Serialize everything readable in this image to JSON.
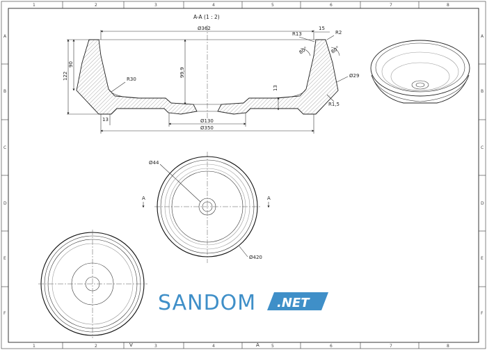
{
  "section": {
    "title": "A-A (1 : 2)",
    "dims": {
      "top_diameter": "Ø362",
      "r13": "R13",
      "d15": "15",
      "r2": "R2",
      "angle1": "80°",
      "angle2": "80°",
      "height_total": "122",
      "height_inner": "90",
      "depth": "99,9",
      "r30": "R30",
      "d29": "Ø29",
      "r15": "R1,5",
      "t13_right": "13",
      "t13_left": "13",
      "drain_d": "Ø130",
      "base_d": "Ø350"
    }
  },
  "plan": {
    "drain_label": "Ø44",
    "outer_label": "Ø420",
    "arrow_top": "A",
    "arrow_bottom": "A"
  },
  "zones": {
    "top": [
      "1",
      "2",
      "3",
      "4",
      "5",
      "6",
      "7",
      "8"
    ],
    "bottom": [
      "1",
      "2",
      "3",
      "4",
      "5",
      "6",
      "7",
      "8"
    ],
    "left": [
      "A",
      "B",
      "C",
      "D",
      "E",
      "F"
    ],
    "right": [
      "A",
      "B",
      "C",
      "D",
      "E",
      "F"
    ]
  },
  "bottom_marks": {
    "v": "V",
    "a": "A"
  },
  "watermark": {
    "brand": "SANDOM",
    "suffix": ".NET"
  }
}
